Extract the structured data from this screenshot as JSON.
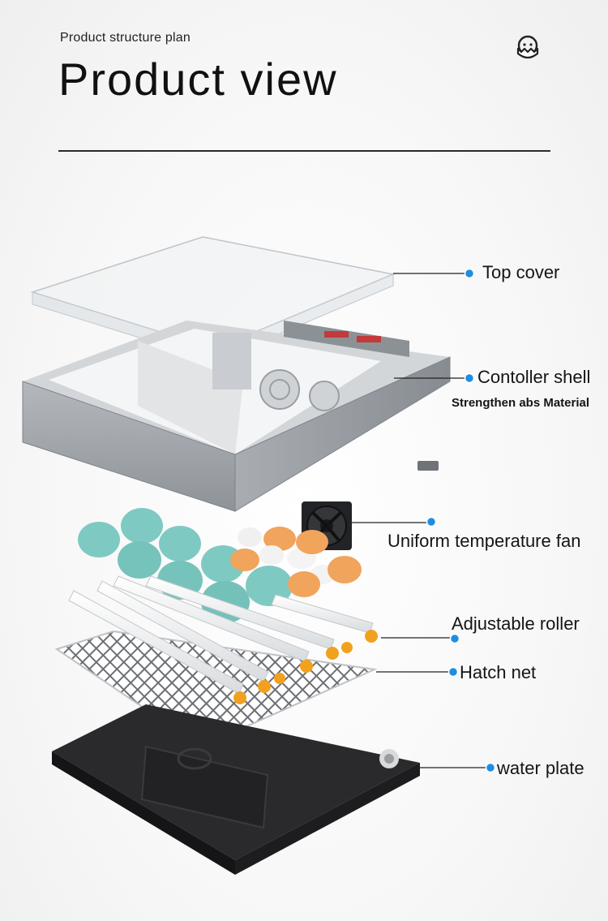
{
  "header": {
    "subtitle": "Product structure plan",
    "title": "Product view",
    "logo_icon": "chick-in-egg-icon"
  },
  "parts": [
    {
      "label": "Top cover"
    },
    {
      "label": "Contoller shell",
      "note": "Strengthen abs Material"
    },
    {
      "label": "Uniform temperature fan"
    },
    {
      "label": "Adjustable roller"
    },
    {
      "label": "Hatch net"
    },
    {
      "label": "water plate"
    }
  ],
  "colors": {
    "callout_dot": "#1e8fe0",
    "shell": "#9ea3a9",
    "egg_teal": "#7ecac3",
    "egg_orange": "#f0a45c",
    "roller_gear": "#f2a11f",
    "tray": "#1d1d1f"
  }
}
